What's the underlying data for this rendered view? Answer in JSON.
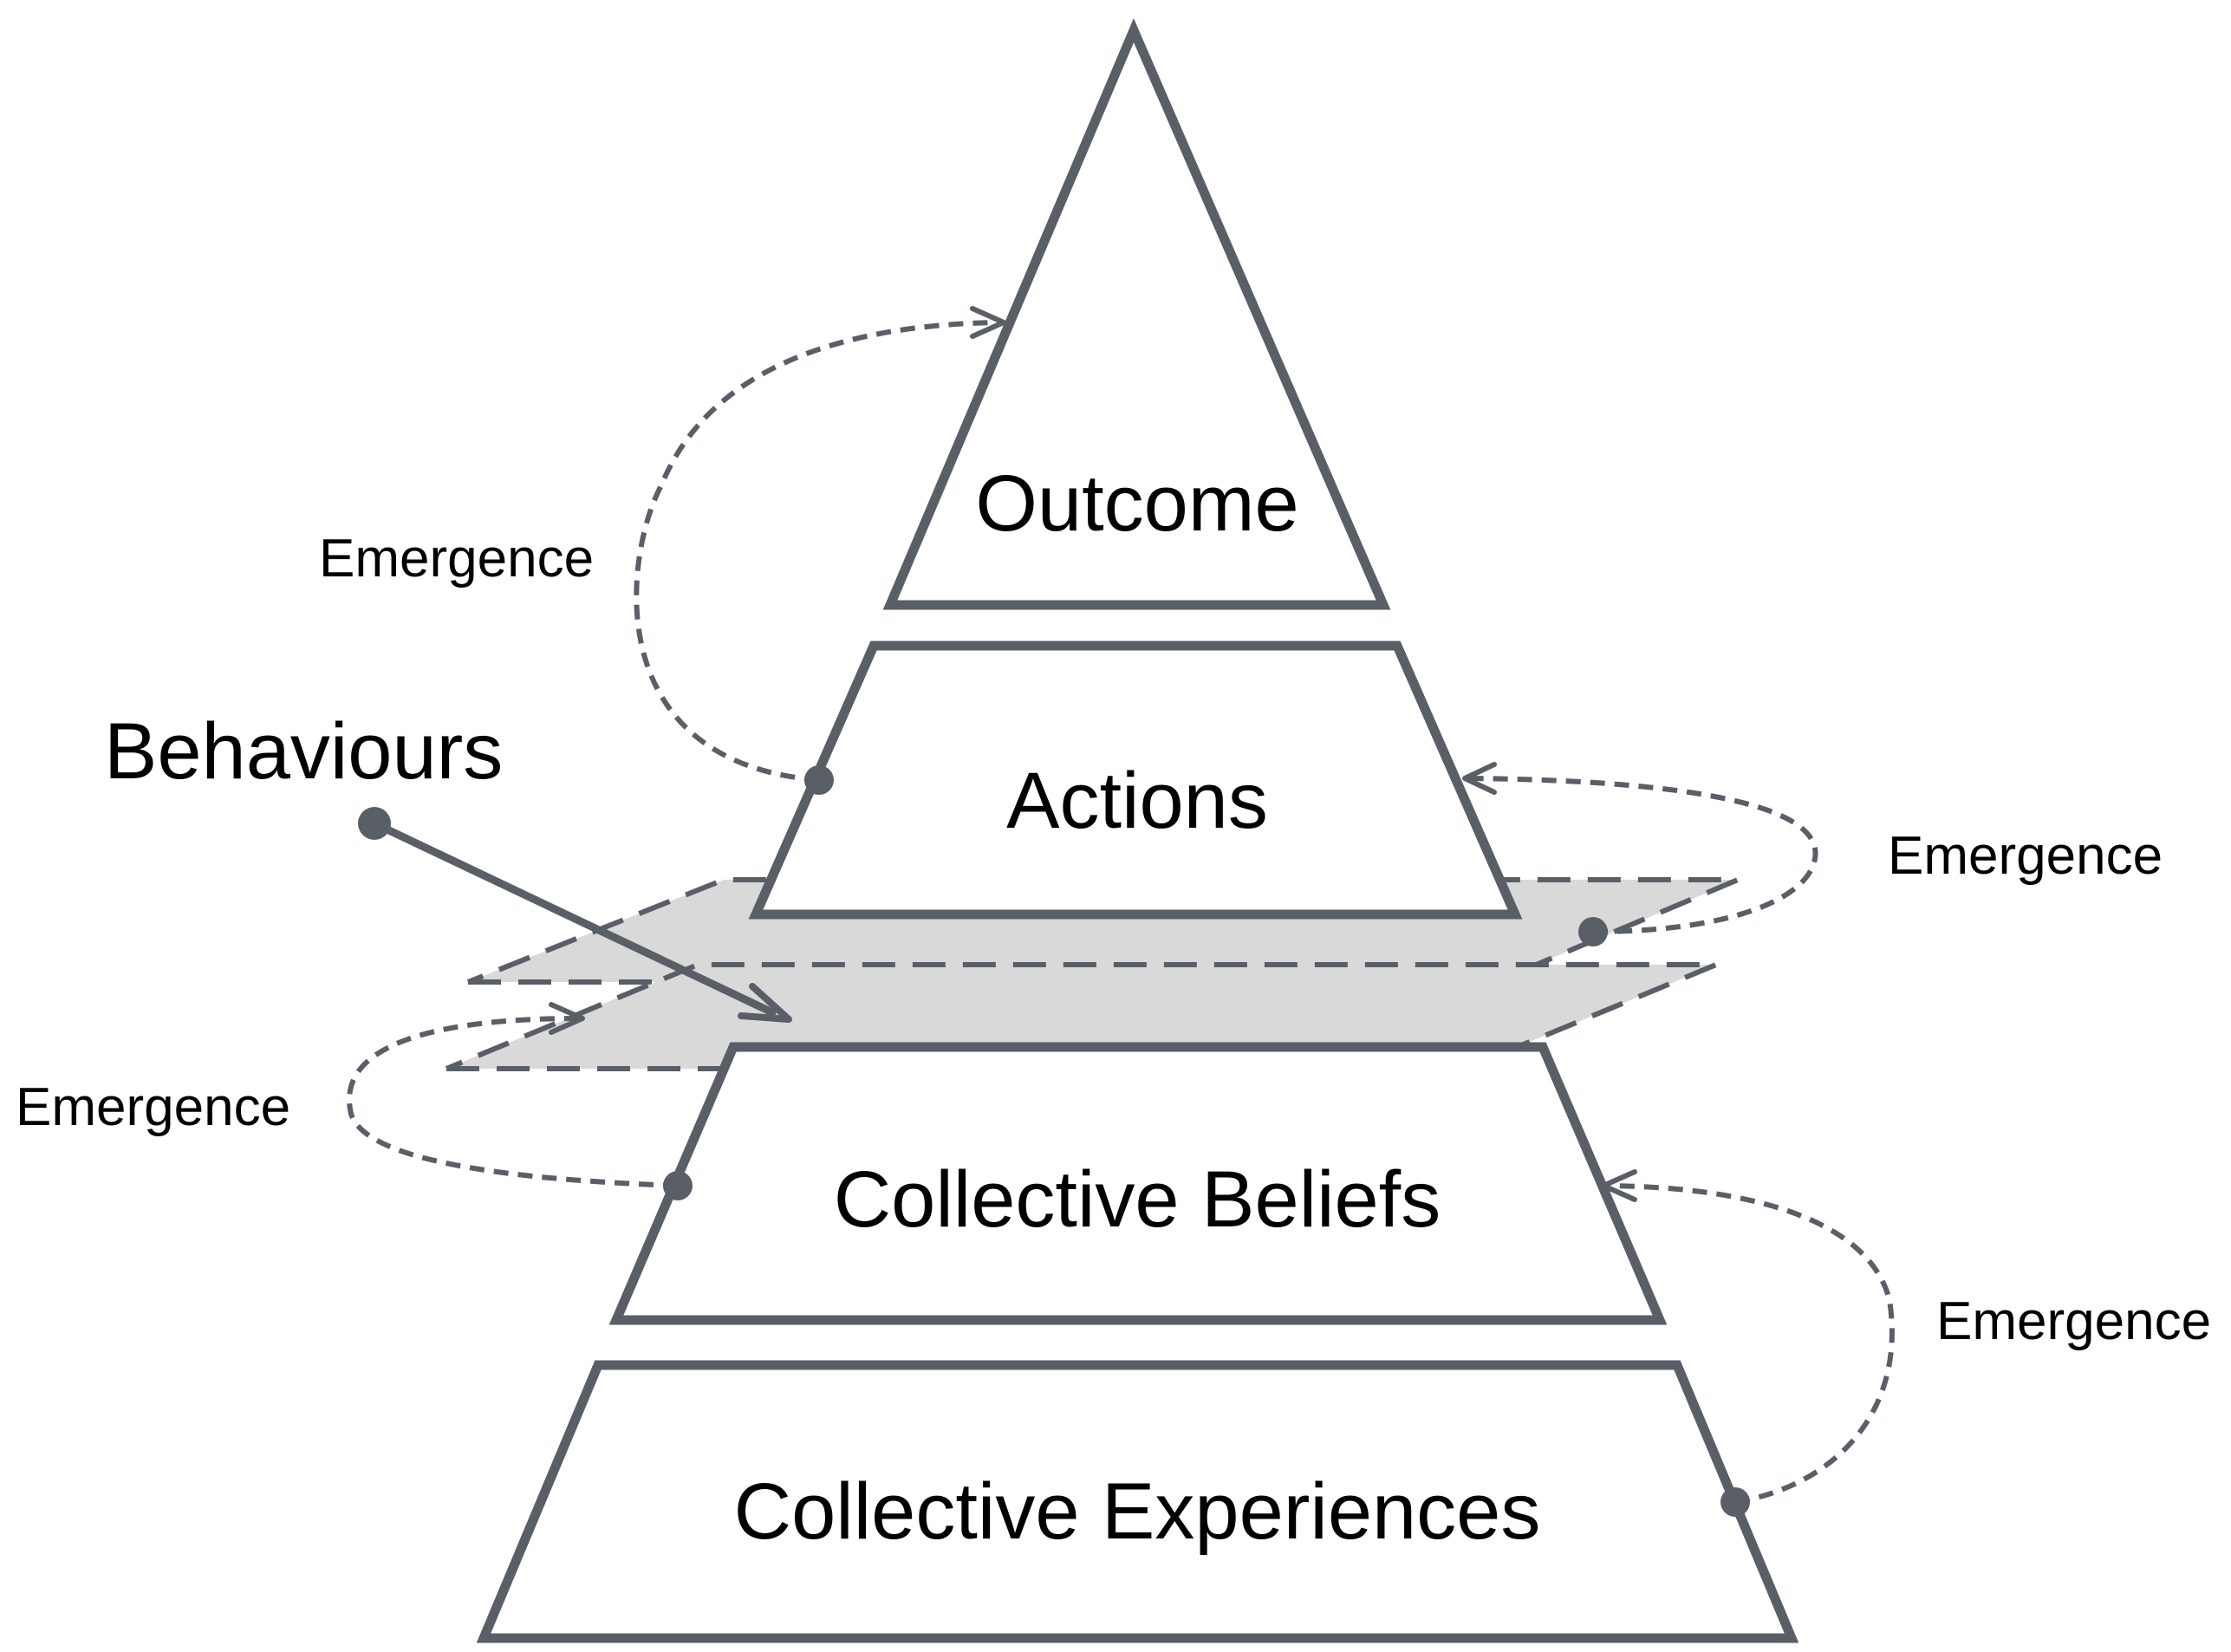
{
  "layers": {
    "outcome": "Outcome",
    "actions": "Actions",
    "collective_beliefs": "Collective Beliefs",
    "collective_experiences": "Collective Experiences"
  },
  "behaviours_label": "Behaviours",
  "emergence_labels": [
    "Emergence",
    "Emergence",
    "Emergence",
    "Emergence"
  ],
  "colors": {
    "stroke": "#5a5e66",
    "plane_fill": "#d9d9d9",
    "text": "#000000"
  }
}
